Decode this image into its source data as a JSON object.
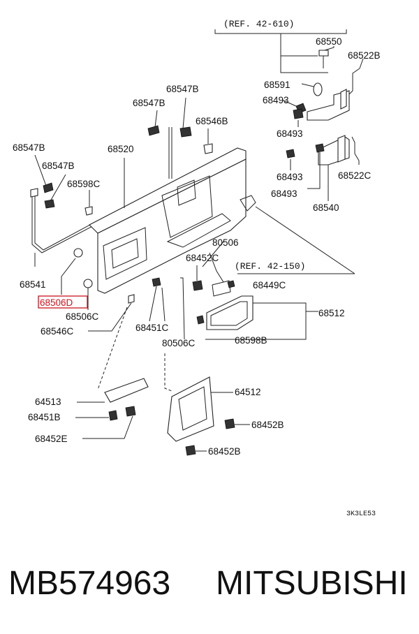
{
  "diagram": {
    "refs": [
      "(REF. 42-610)",
      "(REF. 42-150)"
    ],
    "labels": {
      "p68550": "68550",
      "p68522B": "68522B",
      "p68591": "68591",
      "p68493a": "68493",
      "p68493b": "68493",
      "p68493c": "68493",
      "p68493d": "68493",
      "p68522C": "68522C",
      "p68540": "68540",
      "p68547B_top": "68547B",
      "p68547B_mid": "68547B",
      "p68546B": "68546B",
      "p68547B_left": "68547B",
      "p68547B_left2": "68547B",
      "p68520": "68520",
      "p68598C": "68598C",
      "p80506": "80506",
      "p68452C": "68452C",
      "p68449C": "68449C",
      "p68512": "68512",
      "p68598B": "68598B",
      "p68541": "68541",
      "p68506D": "68506D",
      "p68506C": "68506C",
      "p68546C": "68546C",
      "p68451C": "68451C",
      "p80506C": "80506C",
      "p64513": "64513",
      "p64512": "64512",
      "p68451B": "68451B",
      "p68452E": "68452E",
      "p68452B_a": "68452B",
      "p68452B_b": "68452B"
    },
    "highlight_color": "#c8141e",
    "drawing_code": "3K3LE53"
  },
  "footer": {
    "part_number": "MB574963",
    "brand": "MITSUBISHI"
  }
}
